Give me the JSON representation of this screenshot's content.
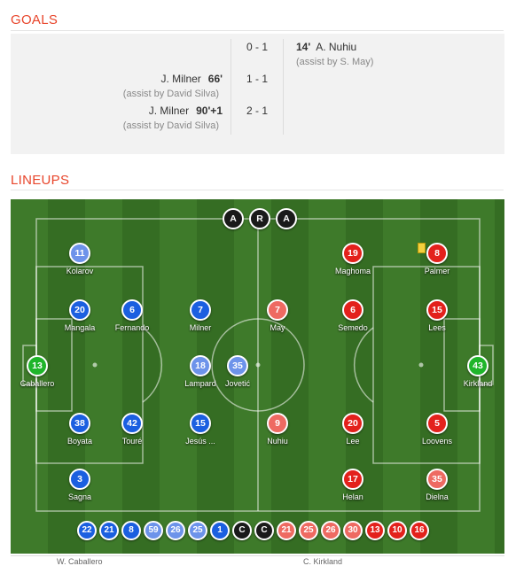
{
  "goals": {
    "title": "GOALS",
    "rows": [
      {
        "score": "0 - 1",
        "home_scorer": "",
        "home_minute": "",
        "home_assist": "",
        "away_scorer": "A. Nuhiu",
        "away_minute": "14'",
        "away_assist": "(assist by S. May)"
      },
      {
        "score": "1 - 1",
        "home_scorer": "J. Milner",
        "home_minute": "66'",
        "home_assist": "(assist by David Silva)",
        "away_scorer": "",
        "away_minute": "",
        "away_assist": ""
      },
      {
        "score": "2 - 1",
        "home_scorer": "J. Milner",
        "home_minute": "90'+1",
        "home_assist": "(assist by David Silva)",
        "away_scorer": "",
        "away_minute": "",
        "away_assist": ""
      }
    ]
  },
  "lineups": {
    "title": "LINEUPS",
    "officials": [
      "A",
      "R",
      "A"
    ],
    "home_players": [
      {
        "number": "11",
        "name": "Kolarov",
        "color": "lblue"
      },
      {
        "number": "20",
        "name": "Mangala",
        "color": "blue"
      },
      {
        "number": "6",
        "name": "Fernando",
        "color": "blue"
      },
      {
        "number": "7",
        "name": "Milner",
        "color": "blue"
      },
      {
        "number": "13",
        "name": "Caballero",
        "color": "green"
      },
      {
        "number": "18",
        "name": "Lampard",
        "color": "lblue"
      },
      {
        "number": "35",
        "name": "Jovetić",
        "color": "lblue"
      },
      {
        "number": "38",
        "name": "Boyata",
        "color": "blue"
      },
      {
        "number": "42",
        "name": "Touré",
        "color": "blue"
      },
      {
        "number": "15",
        "name": "Jesús ...",
        "color": "blue"
      },
      {
        "number": "3",
        "name": "Sagna",
        "color": "blue"
      }
    ],
    "away_players": [
      {
        "number": "19",
        "name": "Maghoma",
        "color": "red"
      },
      {
        "number": "8",
        "name": "Palmer",
        "color": "red"
      },
      {
        "number": "7",
        "name": "May",
        "color": "lred"
      },
      {
        "number": "6",
        "name": "Semedo",
        "color": "red"
      },
      {
        "number": "15",
        "name": "Lees",
        "color": "red"
      },
      {
        "number": "43",
        "name": "Kirkland",
        "color": "green"
      },
      {
        "number": "9",
        "name": "Nuhiu",
        "color": "lred"
      },
      {
        "number": "20",
        "name": "Lee",
        "color": "red"
      },
      {
        "number": "5",
        "name": "Loovens",
        "color": "red"
      },
      {
        "number": "17",
        "name": "Helan",
        "color": "red"
      },
      {
        "number": "35",
        "name": "Dielna",
        "color": "lred"
      }
    ],
    "home_subs": [
      {
        "number": "22",
        "color": "blue"
      },
      {
        "number": "21",
        "color": "blue"
      },
      {
        "number": "8",
        "color": "blue"
      },
      {
        "number": "59",
        "color": "lblue"
      },
      {
        "number": "26",
        "color": "lblue"
      },
      {
        "number": "25",
        "color": "lblue"
      },
      {
        "number": "1",
        "color": "blue"
      },
      {
        "number": "C",
        "color": "black"
      }
    ],
    "away_subs": [
      {
        "number": "C",
        "color": "black"
      },
      {
        "number": "21",
        "color": "lred"
      },
      {
        "number": "25",
        "color": "lred"
      },
      {
        "number": "26",
        "color": "lred"
      },
      {
        "number": "30",
        "color": "lred"
      },
      {
        "number": "13",
        "color": "red"
      },
      {
        "number": "10",
        "color": "red"
      },
      {
        "number": "16",
        "color": "red"
      }
    ]
  },
  "footer": {
    "home_first_sub": "W. Caballero",
    "away_first_sub": "C. Kirkland"
  },
  "colors": {
    "accent": "#e8452b",
    "home": "#1b5fe0",
    "away": "#e3211c",
    "goalkeeper": "#1fb52a"
  }
}
